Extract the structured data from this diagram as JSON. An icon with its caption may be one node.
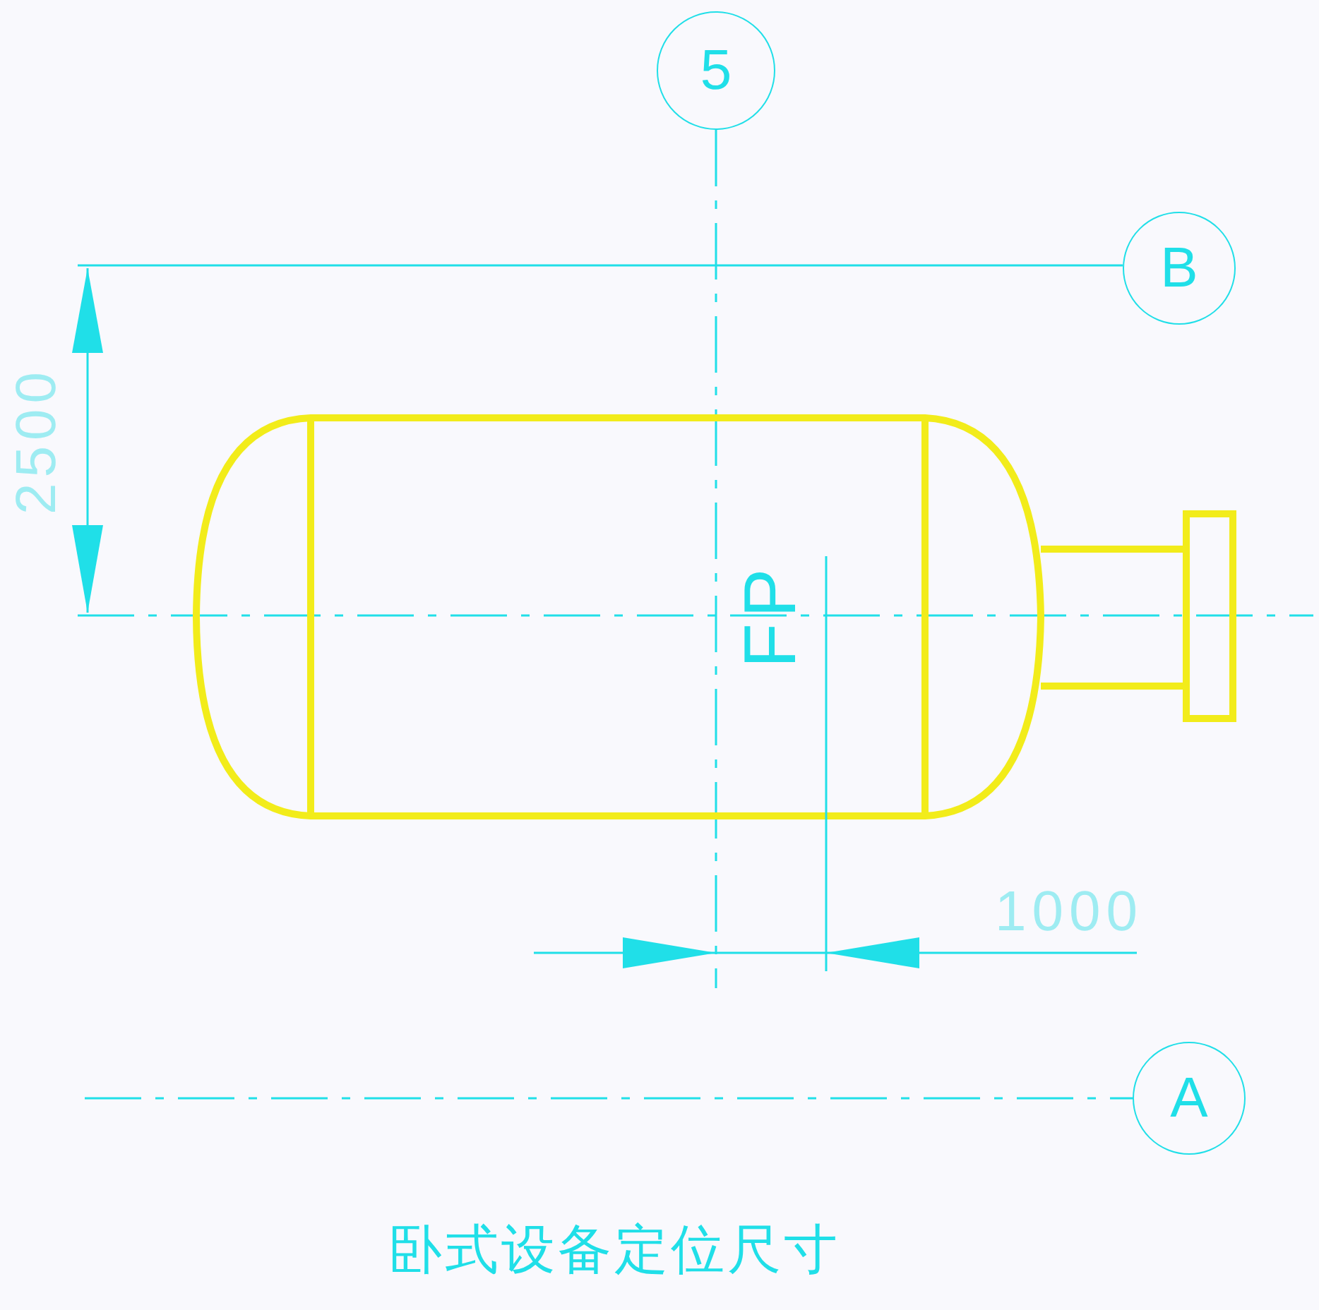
{
  "diagram": {
    "caption": "卧式设备定位尺寸",
    "nodes": [
      {
        "text": [
          "5"
        ]
      },
      {
        "text": [
          "B"
        ]
      },
      {
        "text": [
          "A"
        ]
      }
    ],
    "labels": [
      "2500",
      "FP",
      "1000"
    ]
  }
}
